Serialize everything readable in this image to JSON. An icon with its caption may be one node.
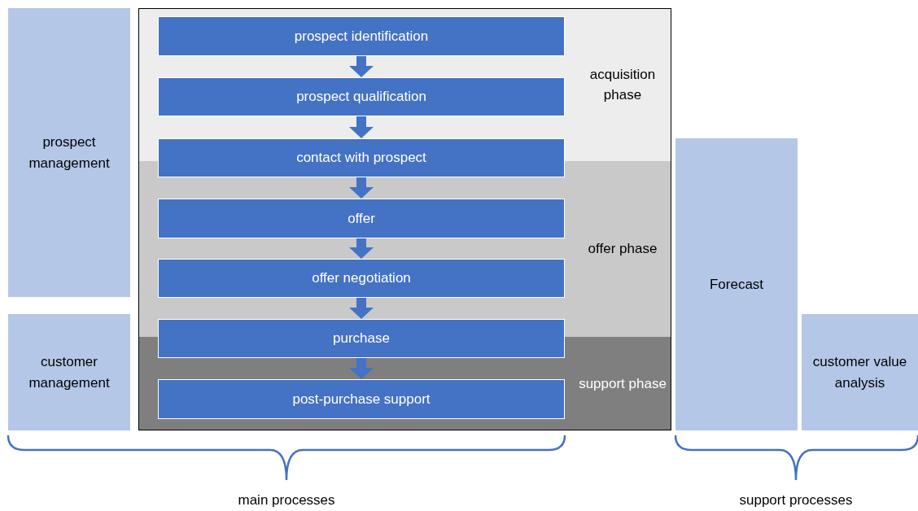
{
  "diagram": {
    "nodes": [
      {
        "text": [
          "prospect management"
        ]
      },
      {
        "text": [
          "customer management"
        ]
      },
      {
        "text": [
          "acquisition phase"
        ]
      },
      {
        "text": [
          "offer phase"
        ]
      },
      {
        "text": [
          "support phase"
        ]
      },
      {
        "text": [
          "prospect identification"
        ]
      },
      {
        "text": [
          "prospect qualification"
        ]
      },
      {
        "text": [
          "contact with prospect"
        ]
      },
      {
        "text": [
          "offer"
        ]
      },
      {
        "text": [
          "offer negotiation"
        ]
      },
      {
        "text": [
          "purchase"
        ]
      },
      {
        "text": [
          "post-purchase support"
        ]
      },
      {
        "text": [
          "Forecast"
        ]
      },
      {
        "text": [
          "customer value analysis"
        ]
      }
    ],
    "edges": [
      {
        "from": 5,
        "to": 6,
        "arrow": "to"
      },
      {
        "from": 6,
        "to": 7,
        "arrow": "to"
      },
      {
        "from": 7,
        "to": 8,
        "arrow": "to"
      },
      {
        "from": 8,
        "to": 9,
        "arrow": "to"
      },
      {
        "from": 9,
        "to": 10,
        "arrow": "to"
      },
      {
        "from": 10,
        "to": 11,
        "arrow": "to"
      }
    ],
    "labels": [
      "main processes",
      "support processes"
    ]
  }
}
